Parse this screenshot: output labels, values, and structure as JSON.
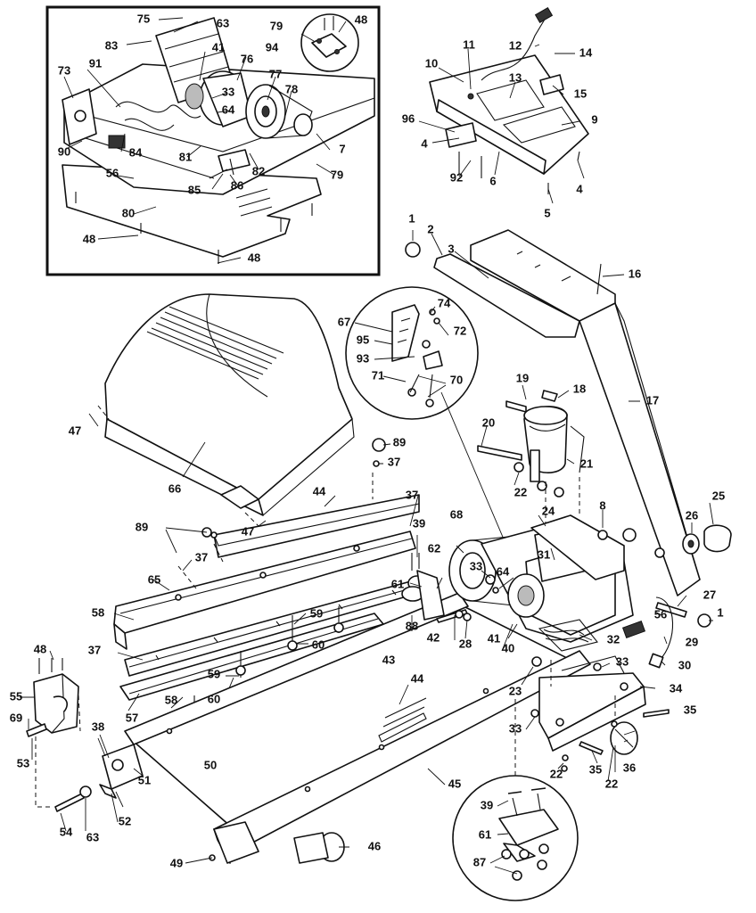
{
  "callouts": [
    {
      "id": "c75",
      "text": "75"
    },
    {
      "id": "c63a",
      "text": "63"
    },
    {
      "id": "c83",
      "text": "83"
    },
    {
      "id": "c41a",
      "text": "41"
    },
    {
      "id": "c76",
      "text": "76"
    },
    {
      "id": "c73",
      "text": "73"
    },
    {
      "id": "c91",
      "text": "91"
    },
    {
      "id": "c33a",
      "text": "33"
    },
    {
      "id": "c64a",
      "text": "64"
    },
    {
      "id": "c77",
      "text": "77"
    },
    {
      "id": "c78",
      "text": "78"
    },
    {
      "id": "c79a",
      "text": "79"
    },
    {
      "id": "c48a",
      "text": "48"
    },
    {
      "id": "c94",
      "text": "94"
    },
    {
      "id": "c90",
      "text": "90"
    },
    {
      "id": "c84",
      "text": "84"
    },
    {
      "id": "c81",
      "text": "81"
    },
    {
      "id": "c82",
      "text": "82"
    },
    {
      "id": "c7",
      "text": "7"
    },
    {
      "id": "c79b",
      "text": "79"
    },
    {
      "id": "c56a",
      "text": "56"
    },
    {
      "id": "c85",
      "text": "85"
    },
    {
      "id": "c86",
      "text": "86"
    },
    {
      "id": "c80",
      "text": "80"
    },
    {
      "id": "c48b",
      "text": "48"
    },
    {
      "id": "c48c",
      "text": "48"
    },
    {
      "id": "c11",
      "text": "11"
    },
    {
      "id": "c12",
      "text": "12"
    },
    {
      "id": "c14",
      "text": "14"
    },
    {
      "id": "c10",
      "text": "10"
    },
    {
      "id": "c13",
      "text": "13"
    },
    {
      "id": "c15",
      "text": "15"
    },
    {
      "id": "c96",
      "text": "96"
    },
    {
      "id": "c9",
      "text": "9"
    },
    {
      "id": "c4a",
      "text": "4"
    },
    {
      "id": "c92",
      "text": "92"
    },
    {
      "id": "c6",
      "text": "6"
    },
    {
      "id": "c4b",
      "text": "4"
    },
    {
      "id": "c5",
      "text": "5"
    },
    {
      "id": "c1a",
      "text": "1"
    },
    {
      "id": "c2",
      "text": "2"
    },
    {
      "id": "c3",
      "text": "3"
    },
    {
      "id": "c16",
      "text": "16"
    },
    {
      "id": "c17",
      "text": "17"
    },
    {
      "id": "c67",
      "text": "67"
    },
    {
      "id": "c74",
      "text": "74"
    },
    {
      "id": "c72",
      "text": "72"
    },
    {
      "id": "c95",
      "text": "95"
    },
    {
      "id": "c93",
      "text": "93"
    },
    {
      "id": "c71",
      "text": "71"
    },
    {
      "id": "c70",
      "text": "70"
    },
    {
      "id": "c19",
      "text": "19"
    },
    {
      "id": "c18",
      "text": "18"
    },
    {
      "id": "c20",
      "text": "20"
    },
    {
      "id": "c21",
      "text": "21"
    },
    {
      "id": "c22a",
      "text": "22"
    },
    {
      "id": "c47a",
      "text": "47"
    },
    {
      "id": "c66",
      "text": "66"
    },
    {
      "id": "c89a",
      "text": "89"
    },
    {
      "id": "c37a",
      "text": "37"
    },
    {
      "id": "c47b",
      "text": "47"
    },
    {
      "id": "c44a",
      "text": "44"
    },
    {
      "id": "c37b",
      "text": "37"
    },
    {
      "id": "c89b",
      "text": "89"
    },
    {
      "id": "c37c",
      "text": "37"
    },
    {
      "id": "c39a",
      "text": "39"
    },
    {
      "id": "c68",
      "text": "68"
    },
    {
      "id": "c24",
      "text": "24"
    },
    {
      "id": "c8",
      "text": "8"
    },
    {
      "id": "c25",
      "text": "25"
    },
    {
      "id": "c26",
      "text": "26"
    },
    {
      "id": "c65",
      "text": "65"
    },
    {
      "id": "c61a",
      "text": "61"
    },
    {
      "id": "c62",
      "text": "62"
    },
    {
      "id": "c33b",
      "text": "33"
    },
    {
      "id": "c64b",
      "text": "64"
    },
    {
      "id": "c31",
      "text": "31"
    },
    {
      "id": "c27",
      "text": "27"
    },
    {
      "id": "c56b",
      "text": "56"
    },
    {
      "id": "c1b",
      "text": "1"
    },
    {
      "id": "c58a",
      "text": "58"
    },
    {
      "id": "c59a",
      "text": "59"
    },
    {
      "id": "c88",
      "text": "88"
    },
    {
      "id": "c42",
      "text": "42"
    },
    {
      "id": "c28",
      "text": "28"
    },
    {
      "id": "c41b",
      "text": "41"
    },
    {
      "id": "c40",
      "text": "40"
    },
    {
      "id": "c32",
      "text": "32"
    },
    {
      "id": "c29",
      "text": "29"
    },
    {
      "id": "c60a",
      "text": "60"
    },
    {
      "id": "c43",
      "text": "43"
    },
    {
      "id": "c30",
      "text": "30"
    },
    {
      "id": "c48d",
      "text": "48"
    },
    {
      "id": "c37d",
      "text": "37"
    },
    {
      "id": "c59b",
      "text": "59"
    },
    {
      "id": "c33c",
      "text": "33"
    },
    {
      "id": "c55",
      "text": "55"
    },
    {
      "id": "c60b",
      "text": "60"
    },
    {
      "id": "c23",
      "text": "23"
    },
    {
      "id": "c34",
      "text": "34"
    },
    {
      "id": "c44b",
      "text": "44"
    },
    {
      "id": "c69",
      "text": "69"
    },
    {
      "id": "c57",
      "text": "57"
    },
    {
      "id": "c58b",
      "text": "58"
    },
    {
      "id": "c35a",
      "text": "35"
    },
    {
      "id": "c53",
      "text": "53"
    },
    {
      "id": "c38",
      "text": "38"
    },
    {
      "id": "c33d",
      "text": "33"
    },
    {
      "id": "c50",
      "text": "50"
    },
    {
      "id": "c51",
      "text": "51"
    },
    {
      "id": "c45",
      "text": "45"
    },
    {
      "id": "c22b",
      "text": "22"
    },
    {
      "id": "c35b",
      "text": "35"
    },
    {
      "id": "c22c",
      "text": "22"
    },
    {
      "id": "c36",
      "text": "36"
    },
    {
      "id": "c39b",
      "text": "39"
    },
    {
      "id": "c54",
      "text": "54"
    },
    {
      "id": "c63b",
      "text": "63"
    },
    {
      "id": "c52",
      "text": "52"
    },
    {
      "id": "c61b",
      "text": "61"
    },
    {
      "id": "c46",
      "text": "46"
    },
    {
      "id": "c49",
      "text": "49"
    },
    {
      "id": "c87",
      "text": "87"
    }
  ]
}
